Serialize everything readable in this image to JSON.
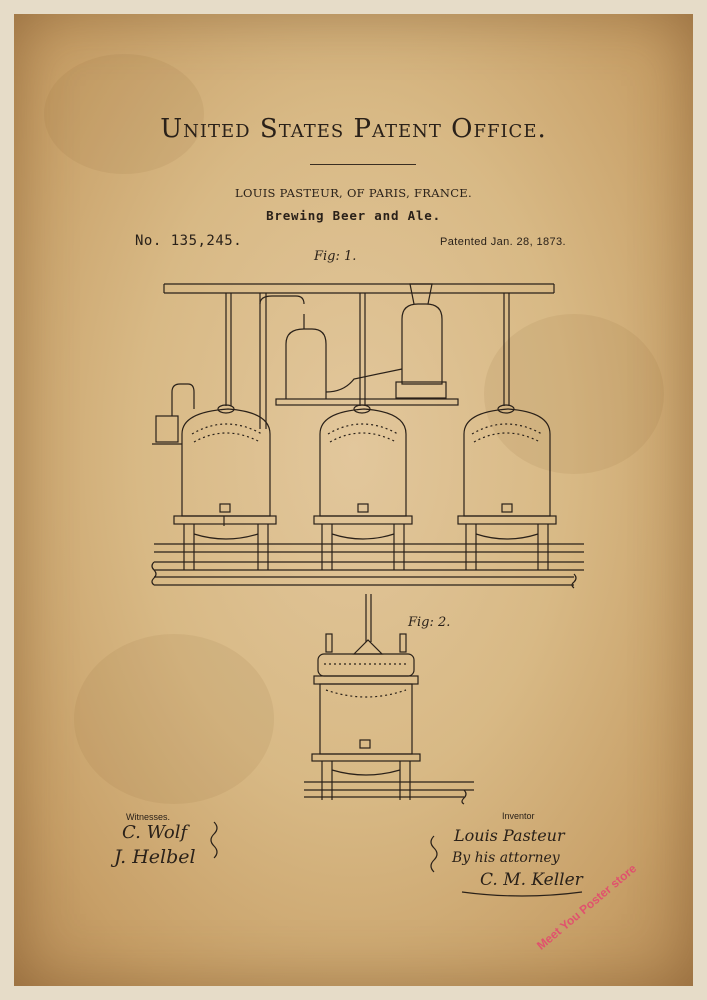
{
  "header": {
    "office_title": "United States Patent Office.",
    "inventor_line": "LOUIS PASTEUR, OF PARIS, FRANCE.",
    "invention_title": "Brewing Beer and Ale.",
    "patent_number": "No. 135,245.",
    "patent_date": "Patented Jan. 28, 1873."
  },
  "figures": {
    "fig1_label": "Fig: 1.",
    "fig2_label": "Fig: 2."
  },
  "signatures": {
    "witnesses_label": "Witnesses.",
    "witness_1": "C. Wolf",
    "witness_2": "J. Helbel",
    "inventor_label": "Inventor",
    "inventor_name": "Louis Pasteur",
    "attorney_line": "By his attorney",
    "attorney_name": "C. M. Keller"
  },
  "watermark": "Meet You Poster store",
  "colors": {
    "paper": "#d8b985",
    "ink": "#2a2119",
    "watermark": "#e34a6e"
  }
}
